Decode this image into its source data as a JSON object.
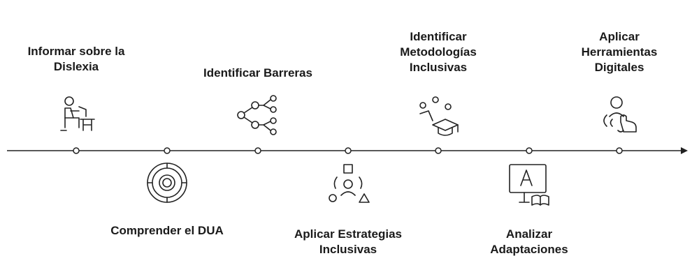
{
  "steps": [
    {
      "label": "Informar sobre la\nDislexia",
      "icon": "person-at-desk-icon",
      "position": "above"
    },
    {
      "label": "Comprender el DUA",
      "icon": "target-rings-icon",
      "position": "below"
    },
    {
      "label": "Identificar Barreras",
      "icon": "network-nodes-icon",
      "position": "above"
    },
    {
      "label": "Aplicar Estrategias\nInclusivas",
      "icon": "shapes-person-icon",
      "position": "below"
    },
    {
      "label": "Identificar\nMetodologías\nInclusivas",
      "icon": "graduation-cap-icon",
      "position": "above"
    },
    {
      "label": "Analizar\nAdaptaciones",
      "icon": "screen-book-icon",
      "position": "below"
    },
    {
      "label": "Aplicar\nHerramientas\nDigitales",
      "icon": "touch-gesture-icon",
      "position": "above"
    }
  ]
}
